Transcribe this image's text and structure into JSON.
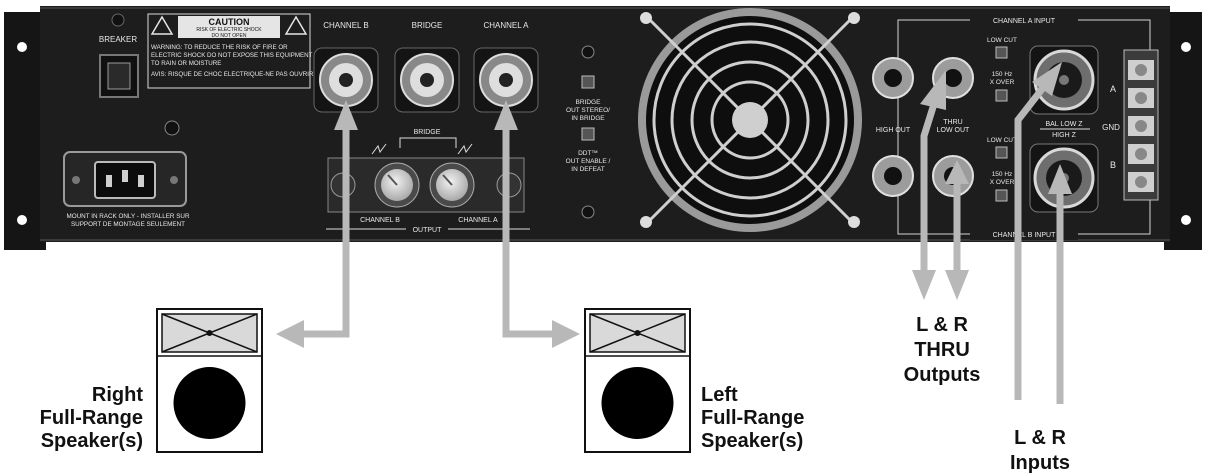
{
  "panel": {
    "breaker": "BREAKER",
    "caution": {
      "title": "CAUTION",
      "sub1": "RISK OF ELECTRIC SHOCK",
      "sub2": "DO NOT OPEN",
      "warning_l1": "WARNING: TO REDUCE THE RISK OF FIRE OR",
      "warning_l2": "ELECTRIC SHOCK DO NOT EXPOSE THIS EQUIPMENT",
      "warning_l3": "TO RAIN OR MOISTURE",
      "avis": "AVIS: RISQUE DE CHOC ELECTRIQUE-NE PAS OUVRIR"
    },
    "rack_note_l1": "MOUNT IN RACK ONLY - INSTALLER SUR",
    "rack_note_l2": "SUPPORT DE MONTAGE SEULEMENT",
    "channel_b": "CHANNEL B",
    "bridge": "BRIDGE",
    "channel_a": "CHANNEL A",
    "bridge_knob_label": "BRIDGE",
    "bridge_switch_l1": "BRIDGE",
    "bridge_switch_l2": "OUT STEREO/",
    "bridge_switch_l3": "IN BRIDGE",
    "ddt_l1": "DDT™",
    "ddt_l2": "OUT ENABLE /",
    "ddt_l3": "IN DEFEAT",
    "output_channel_b": "CHANNEL B",
    "output_channel_a": "CHANNEL A",
    "output": "OUTPUT",
    "channel_a_input": "CHANNEL A INPUT",
    "channel_b_input": "CHANNEL B INPUT",
    "low_cut": "LOW CUT",
    "hz_l1": "150 Hz",
    "hz_l2": "X OVER",
    "high_out": "HIGH OUT",
    "thru_l1": "THRU",
    "thru_l2": "LOW OUT",
    "bal_l1": "BAL LOW Z",
    "bal_l2": "HIGH Z",
    "term_a": "A",
    "term_b": "B",
    "gnd": "GND"
  },
  "callouts": {
    "right_l1": "Right",
    "right_l2": "Full-Range",
    "right_l3": "Speaker(s)",
    "left_l1": "Left",
    "left_l2": "Full-Range",
    "left_l3": "Speaker(s)",
    "thru_l1": "L & R",
    "thru_l2": "THRU",
    "thru_l3": "Outputs",
    "inputs_l1": "L & R",
    "inputs_l2": "Inputs"
  },
  "colors": {
    "panel": "#1d1d1d",
    "arrow": "#b8b8b8",
    "speaker_box": "#d9d9d9"
  }
}
